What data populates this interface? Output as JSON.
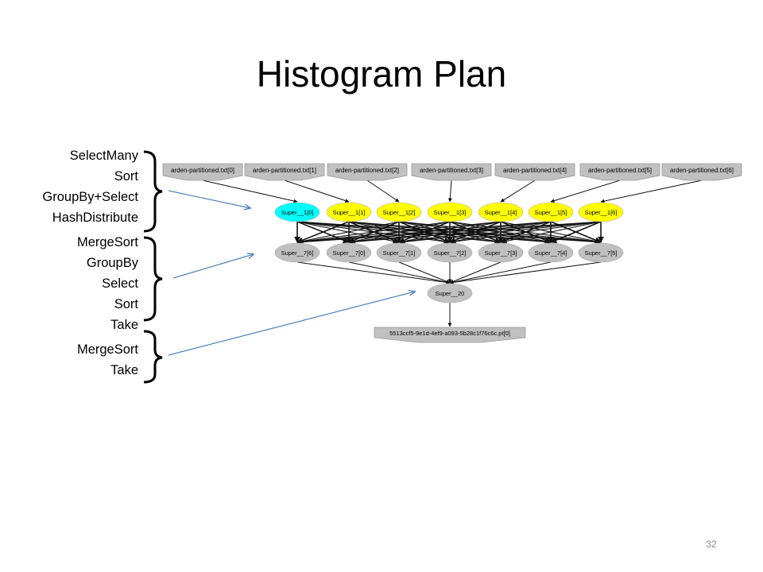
{
  "slide": {
    "title": "Histogram Plan",
    "page_number": "32"
  },
  "stage_groups": [
    {
      "operations": [
        "SelectMany",
        "Sort",
        "GroupBy+Select",
        "HashDistribute"
      ]
    },
    {
      "operations": [
        "MergeSort",
        "GroupBy",
        "Select",
        "Sort",
        "Take"
      ]
    },
    {
      "operations": [
        "MergeSort",
        "Take"
      ]
    }
  ],
  "graph": {
    "input_nodes": [
      {
        "label": "arden-partitioned.txt[0]"
      },
      {
        "label": "arden-partitioned.txt[1]"
      },
      {
        "label": "arden-partitioned.txt[2]"
      },
      {
        "label": "arden-partitioned.txt[3]"
      },
      {
        "label": "arden-partitioned.txt[4]"
      },
      {
        "label": "arden-partitioned.txt[5]"
      },
      {
        "label": "arden-partitioned.txt[6]"
      }
    ],
    "stage1_nodes": [
      {
        "label": "Super__1[0]",
        "state": "selected"
      },
      {
        "label": "Super__1[1]",
        "state": "running"
      },
      {
        "label": "Super__1[2]",
        "state": "running"
      },
      {
        "label": "Super__1[3]",
        "state": "running"
      },
      {
        "label": "Super__1[4]",
        "state": "running"
      },
      {
        "label": "Super__1[5]",
        "state": "running"
      },
      {
        "label": "Super__1[6]",
        "state": "running"
      }
    ],
    "stage2_nodes": [
      {
        "label": "Super__7[6]"
      },
      {
        "label": "Super__7[0]"
      },
      {
        "label": "Super__7[1]"
      },
      {
        "label": "Super__7[2]"
      },
      {
        "label": "Super__7[3]"
      },
      {
        "label": "Super__7[4]"
      },
      {
        "label": "Super__7[5]"
      }
    ],
    "aggregate_node": {
      "label": "Super__20"
    },
    "output_node": {
      "label": "5513ccf5-9e1d-4ef9-a093-5b28c1f76c6c.pt[0]"
    }
  },
  "colors": {
    "selected_fill": "#00ffff",
    "running_fill": "#ffff00",
    "idle_fill": "#c0c0c0",
    "callout_arrow": "#4f81bd",
    "edge": "#111111"
  }
}
